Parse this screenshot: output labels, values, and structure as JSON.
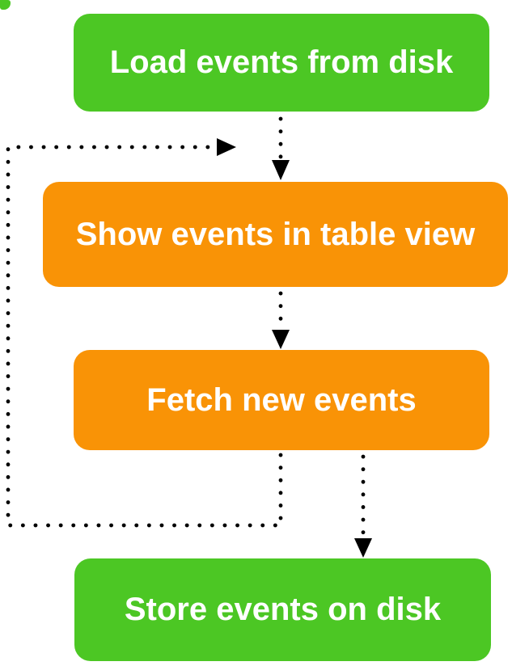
{
  "diagram": {
    "background": "#FFFFFF",
    "edge_color": "#000000",
    "edge_style": "dotted",
    "node_text_color": "#FFFFFF",
    "nodes": [
      {
        "id": "load",
        "label": "Load events from disk",
        "color": "#4CC724",
        "shape": "rounded-rect"
      },
      {
        "id": "show",
        "label": "Show events in table view",
        "color": "#F99306",
        "shape": "rounded-rect"
      },
      {
        "id": "fetch",
        "label": "Fetch new events",
        "color": "#F99306",
        "shape": "rounded-rect"
      },
      {
        "id": "store",
        "label": "Store events on disk",
        "color": "#4CC724",
        "shape": "rounded-rect"
      }
    ],
    "edges": [
      {
        "from": "load",
        "to": "show",
        "style": "dotted",
        "direction": "down"
      },
      {
        "from": "show",
        "to": "fetch",
        "style": "dotted",
        "direction": "down"
      },
      {
        "from": "fetch",
        "to": "store",
        "style": "dotted",
        "direction": "down"
      },
      {
        "from": "fetch",
        "to": "show",
        "style": "dotted",
        "direction": "loop-back-left"
      }
    ],
    "partial_node_top_left": {
      "color": "#4CC724"
    }
  }
}
